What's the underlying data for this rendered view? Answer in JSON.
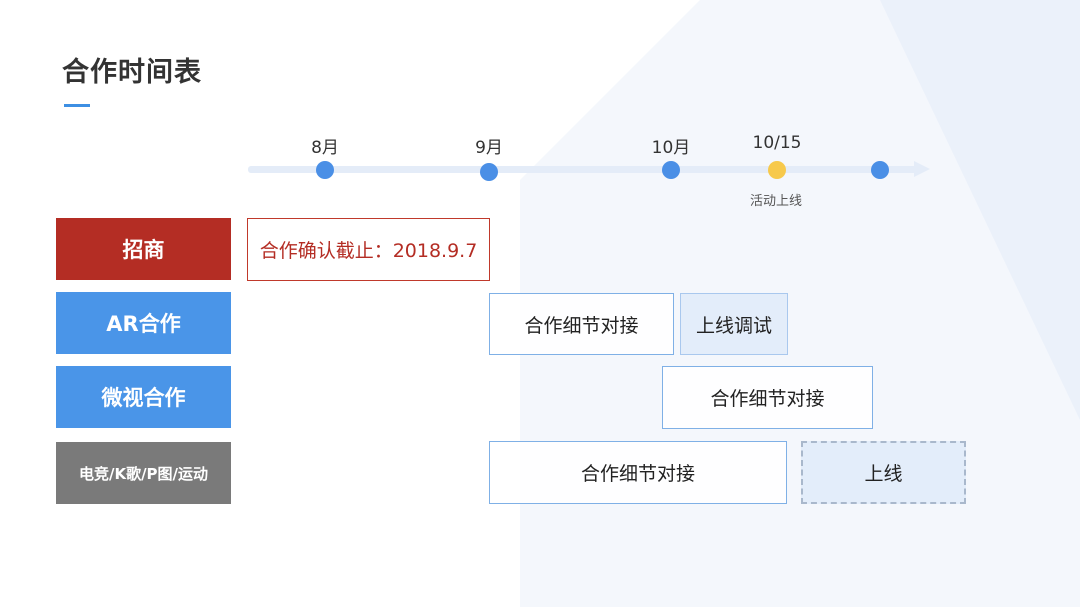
{
  "title": "合作时间表",
  "timeline": {
    "months": [
      "8月",
      "9月",
      "10月",
      "10/15"
    ],
    "note": "活动上线"
  },
  "rows": [
    {
      "label": "招商",
      "color": "#b42d24"
    },
    {
      "label": "AR合作",
      "color": "#4a95e8"
    },
    {
      "label": "微视合作",
      "color": "#4a95e8"
    },
    {
      "label": "电竞/K歌/P图/运动",
      "color": "#7a7a7a"
    }
  ],
  "tasks": {
    "zhaoshang_deadline": "合作确认截止：2018.9.7",
    "ar_detail": "合作细节对接",
    "ar_debug": "上线调试",
    "weishi_detail": "合作细节对接",
    "other_detail": "合作细节对接",
    "other_launch": "上线"
  },
  "colors": {
    "accent": "#3d8fe3",
    "timeline_dot": "#4a8fe6",
    "highlight_dot": "#f7c94b",
    "red": "#b42d24",
    "gray": "#7a7a7a"
  }
}
